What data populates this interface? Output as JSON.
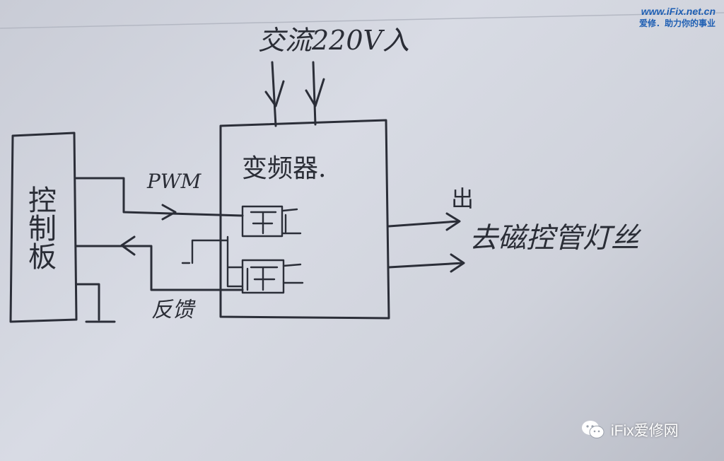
{
  "diagram": {
    "input_label": "交流220V入",
    "inverter_label": "变频器.",
    "control_board_label": "控制板",
    "pwm_label": "PWM",
    "feedback_label": "反馈",
    "output_label_out": "出",
    "output_label_target": "去磁控管灯丝",
    "ink_color": "#2b2e38"
  },
  "watermarks": {
    "site_url": "www.iFix.net.cn",
    "site_slogan": "爱修．助力你的事业",
    "account_name": "iFix爱修网",
    "account_icon": "wechat-icon",
    "brand_color": "#1f5fb3"
  }
}
